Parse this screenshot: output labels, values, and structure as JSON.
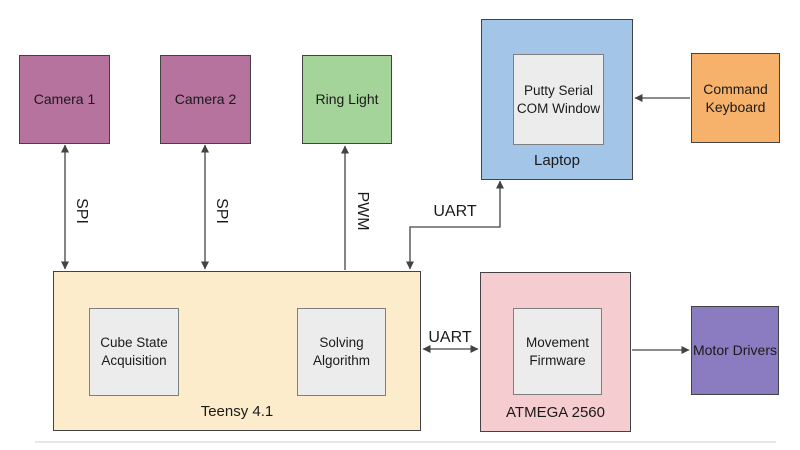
{
  "canvas": {
    "background": "#ffffff",
    "line_color": "#434343",
    "text_color": "#1a1a1a",
    "inner_box_fill": "#ececec"
  },
  "blocks": {
    "camera1": {
      "label": "Camera 1",
      "fill": "#b5739e"
    },
    "camera2": {
      "label": "Camera 2",
      "fill": "#b5739e"
    },
    "ring_light": {
      "label": "Ring Light",
      "fill": "#a5d49b"
    },
    "laptop": {
      "label": "Laptop",
      "fill": "#a2c5e8",
      "inner": {
        "label": "Putty Serial COM Window"
      }
    },
    "command_keyboard": {
      "label": "Command Keyboard",
      "fill": "#f6b26b"
    },
    "teensy": {
      "label": "Teensy 4.1",
      "fill": "#fdeccb",
      "inner1": {
        "label": "Cube State Acquisition"
      },
      "inner2": {
        "label": "Solving Algorithm"
      }
    },
    "atmega": {
      "label": "ATMEGA 2560",
      "fill": "#f5cdd0",
      "inner": {
        "label": "Movement Firmware"
      }
    },
    "motor_drivers": {
      "label": "Motor Drivers",
      "fill": "#8b7cc1"
    }
  },
  "connections": {
    "spi_camera1": {
      "label": "SPI",
      "from": "Teensy 4.1",
      "to": "Camera 1",
      "bidirectional": true
    },
    "spi_camera2": {
      "label": "SPI",
      "from": "Teensy 4.1",
      "to": "Camera 2",
      "bidirectional": true
    },
    "pwm": {
      "label": "PWM",
      "from": "Teensy 4.1",
      "to": "Ring Light",
      "bidirectional": false
    },
    "uart_laptop": {
      "label": "UART",
      "from": "Teensy 4.1",
      "to": "Laptop",
      "bidirectional": true
    },
    "uart_atmega": {
      "label": "UART",
      "from": "Teensy 4.1",
      "to": "ATMEGA 2560",
      "bidirectional": true
    },
    "motor_link": {
      "label": "",
      "from": "ATMEGA 2560",
      "to": "Motor Drivers",
      "bidirectional": false
    },
    "keyboard_link": {
      "label": "",
      "from": "Command Keyboard",
      "to": "Laptop",
      "bidirectional": false
    }
  }
}
